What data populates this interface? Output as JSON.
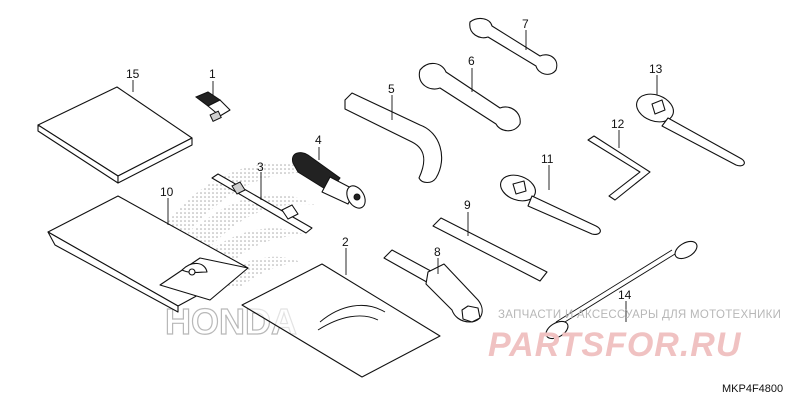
{
  "diagram": {
    "callouts": [
      {
        "id": "p1",
        "label": "1"
      },
      {
        "id": "p2",
        "label": "2"
      },
      {
        "id": "p3",
        "label": "3"
      },
      {
        "id": "p4",
        "label": "4"
      },
      {
        "id": "p5",
        "label": "5"
      },
      {
        "id": "p6",
        "label": "6"
      },
      {
        "id": "p7",
        "label": "7"
      },
      {
        "id": "p8",
        "label": "8"
      },
      {
        "id": "p9",
        "label": "9"
      },
      {
        "id": "p10",
        "label": "10"
      },
      {
        "id": "p11",
        "label": "11"
      },
      {
        "id": "p12",
        "label": "12"
      },
      {
        "id": "p13",
        "label": "13"
      },
      {
        "id": "p14",
        "label": "14"
      },
      {
        "id": "p15",
        "label": "15"
      }
    ],
    "diagram_code": "MKP4F4800"
  },
  "watermarks": {
    "honda_logo_text": "HONDA",
    "site_tagline": "ЗАПЧАСТИ И АКСЕССУАРЫ ДЛЯ МОТОТЕХНИКИ",
    "site_name": "PARTSFOR.RU"
  },
  "colors": {
    "line": "#111111",
    "watermark_gray": "#b8b8b8",
    "watermark_red": "#f0c2c2"
  }
}
